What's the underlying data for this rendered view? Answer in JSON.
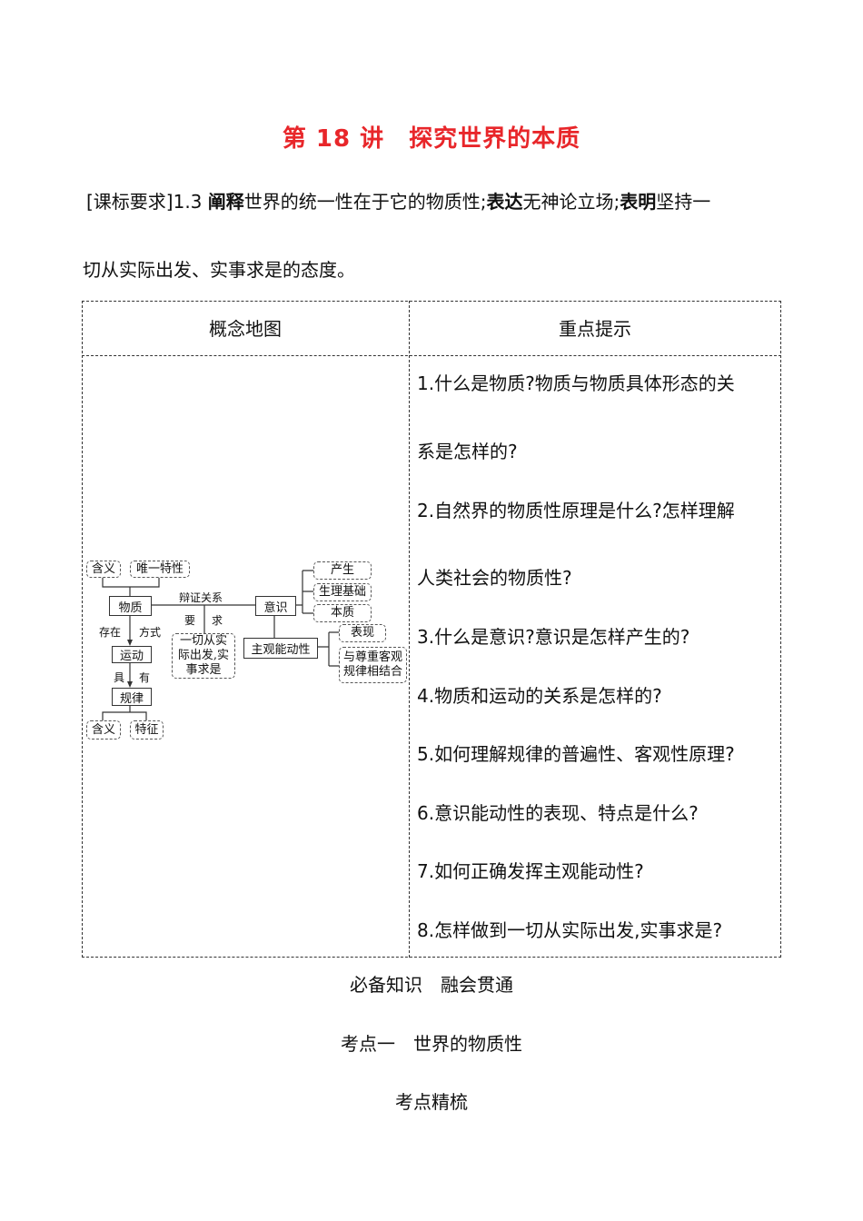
{
  "title": "第 18 讲　探究世界的本质",
  "requirement": {
    "prefix": "[课标要求]1.3 ",
    "b1": "阐释",
    "t1": "世界的统一性在于它的物质性;",
    "b2": "表达",
    "t2": "无神论立场;",
    "b3": "表明",
    "t3": "坚持一",
    "line2": "切从实际出发、实事求是的态度。"
  },
  "table": {
    "headers": [
      "概念地图",
      "重点提示"
    ],
    "questions": [
      "1.什么是物质?物质与物质具体形态的关",
      "系是怎样的?",
      "2.自然界的物质性原理是什么?怎样理解",
      "人类社会的物质性?",
      "3.什么是意识?意识是怎样产生的?",
      "4.物质和运动的关系是怎样的?",
      "5.如何理解规律的普遍性、客观性原理?",
      "6.意识能动性的表现、特点是什么?",
      "7.如何正确发挥主观能动性?",
      "8.怎样做到一切从实际出发,实事求是?"
    ]
  },
  "concept_map": {
    "matter_meaning": "含义",
    "matter_uniqueness": "唯一特性",
    "matter": "物质",
    "dialectical": "辩证关系",
    "consciousness": "意识",
    "origin": "产生",
    "physiological": "生理基础",
    "essence": "本质",
    "req_yao": "要",
    "req_qiu": "求",
    "practical": "一切从实际出发,实事求是",
    "initiative": "主观能动性",
    "manifestation": "表现",
    "combine": "与尊重客观规律相结合",
    "exist": "存在",
    "mode": "方式",
    "motion": "运动",
    "ju": "具",
    "you": "有",
    "law": "规律",
    "law_meaning": "含义",
    "law_feature": "特征"
  },
  "sections": {
    "s1": "必备知识　融会贯通",
    "s2": "考点一　世界的物质性",
    "s3": "考点精梳"
  }
}
